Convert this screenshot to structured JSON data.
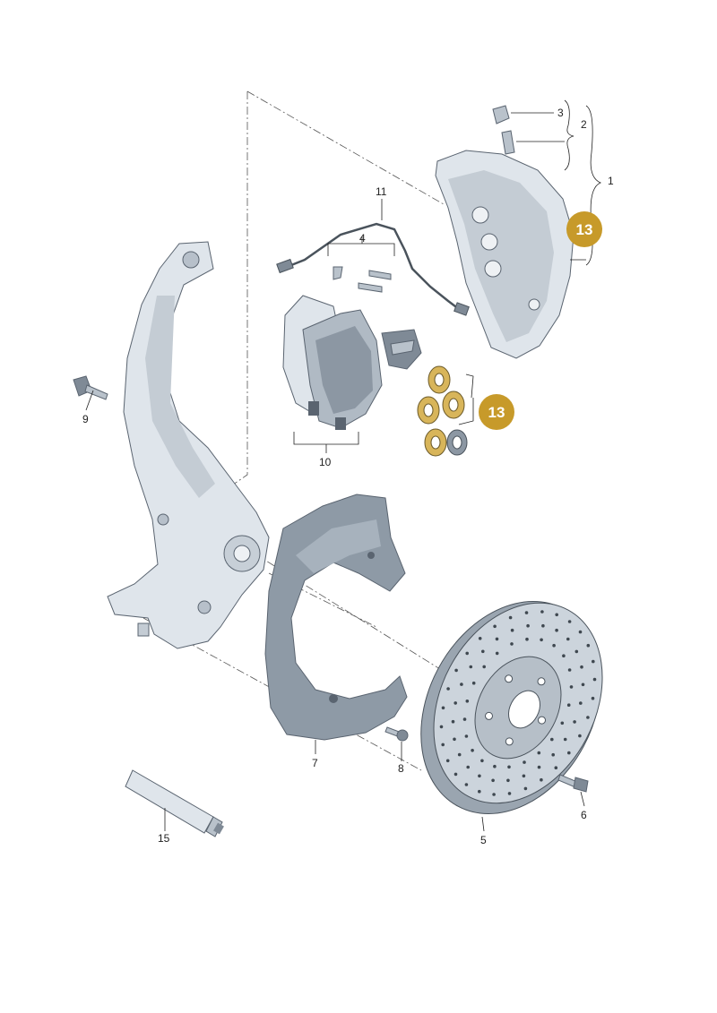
{
  "parts": {
    "p1": "1",
    "p2": "2",
    "p3": "3",
    "p4": "4",
    "p5": "5",
    "p6": "6",
    "p7": "7",
    "p8": "8",
    "p9": "9",
    "p10": "10",
    "p11": "11",
    "p15": "15"
  },
  "callouts": {
    "caliper": "13",
    "seals": "13"
  },
  "colors": {
    "callout_fill": "#c79a2a",
    "part_fill": "#d9e0e7",
    "part_dark": "#8c97a3",
    "seal_fill": "#d8b55a"
  }
}
